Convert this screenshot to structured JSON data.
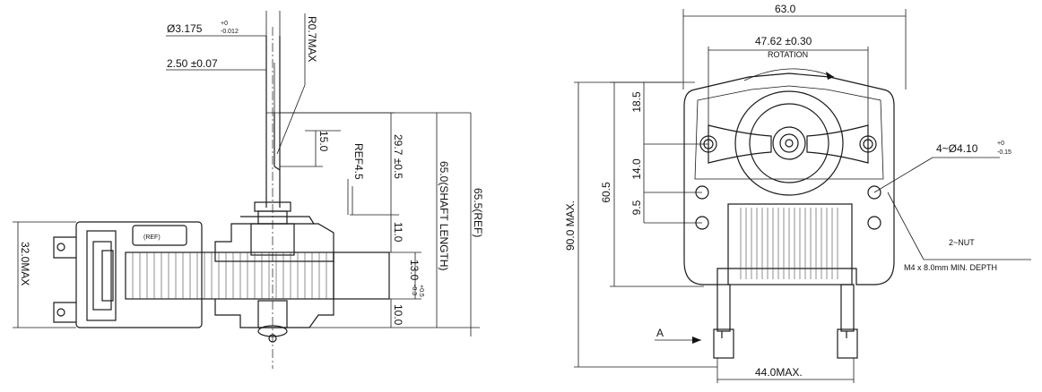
{
  "side_view": {
    "shaft_diameter": "Ø3.175",
    "shaft_diameter_tol_upper": "+0",
    "shaft_diameter_tol_lower": "-0.012",
    "flat_width": "2.50 ±0.07",
    "flat_radius": "R0.7MAX",
    "flat_length": "15.0",
    "ref_radius": "REF4.5",
    "shaft_to_face": "29.7 ±0.5",
    "shaft_length": "65.0(SHAFT LENGTH)",
    "overall_ref": "65.5(REF)",
    "height_max": "32.0MAX",
    "dim_11": "11.0",
    "dim_13": "13.0",
    "dim_13_tol_upper": "+0.5",
    "dim_13_tol_lower": "-0.3",
    "dim_10": "10.0",
    "label_ref": "(REF)"
  },
  "front_view": {
    "width_overall": "63.0",
    "hole_spacing": "47.62 ±0.30",
    "rotation_label": "ROTATION",
    "dim_18_5": "18.5",
    "dim_14": "14.0",
    "dim_9_5": "9.5",
    "dim_60_5": "60.5",
    "height_max": "90.0 MAX.",
    "holes": "4~Ø4.10",
    "holes_tol_upper": "+0",
    "holes_tol_lower": "-0.15",
    "nut_label": "2~NUT",
    "nut_spec": "M4 x 8.0mm MIN. DEPTH",
    "view_a": "A",
    "bottom_width": "44.0MAX."
  }
}
